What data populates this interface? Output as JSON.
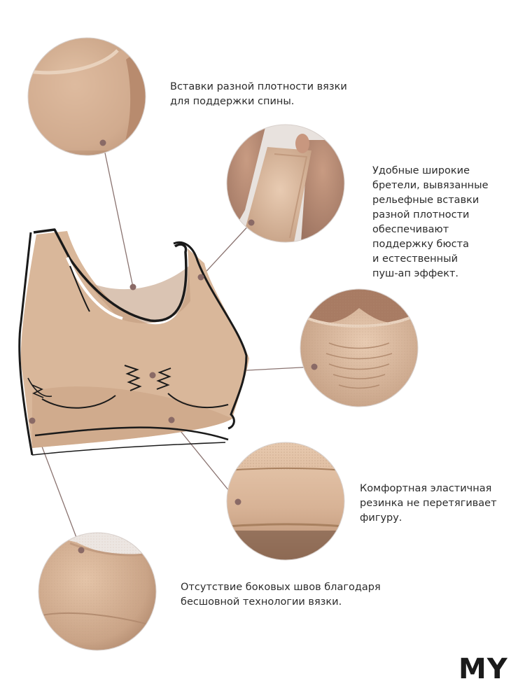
{
  "features": [
    {
      "id": "back-support",
      "text": "Вставки разной плотности вязки\nдля поддержки спины."
    },
    {
      "id": "wide-straps",
      "text": "Удобные широкие\nбретели, вывязанные\nрельефные вставки\nразной плотности\nобеспечивают\nподдержку бюста\nи естественный\nпуш-ап эффект."
    },
    {
      "id": "elastic-band",
      "text": "Комфортная эластичная\nрезинка не перетягивает\nфигуру."
    },
    {
      "id": "seamless-sides",
      "text": "Отсутствие боковых швов благодаря\nбесшовной технологии вязки."
    }
  ],
  "brand": {
    "logo_text": "MY"
  },
  "colors": {
    "background": "#ffffff",
    "fabric": "#d9b79a",
    "fabric_shade": "#c9a283",
    "outline": "#1a1a1a",
    "leader_line": "#8a7370",
    "dot": "#8a6a66",
    "text": "#2b2b2b"
  }
}
